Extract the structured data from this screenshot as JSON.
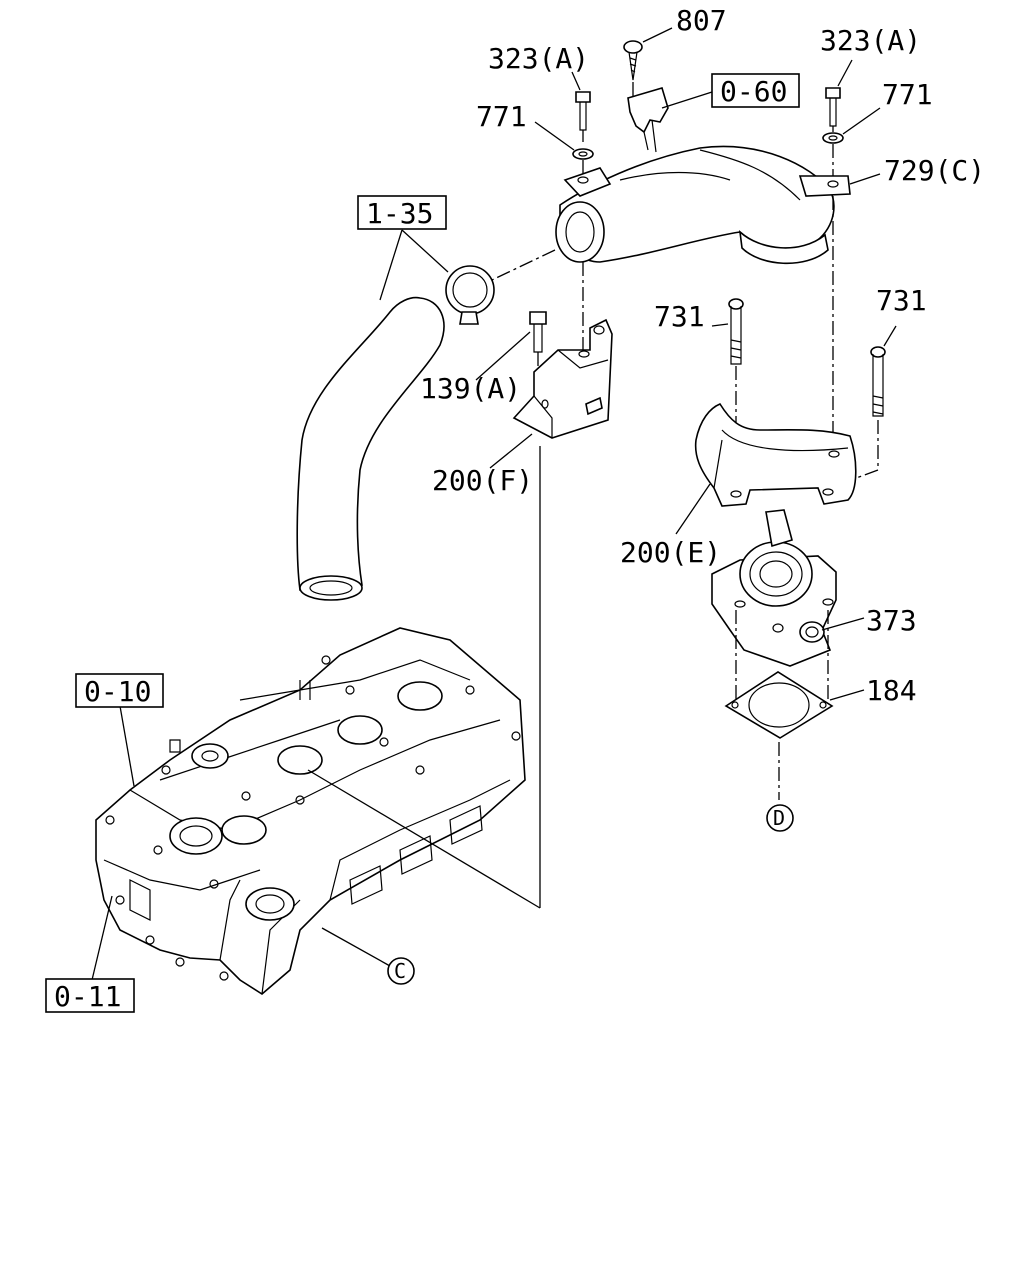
{
  "callouts": {
    "p807": "807",
    "p323a_left": "323(A)",
    "p323a_right": "323(A)",
    "p771_left": "771",
    "p771_right": "771",
    "p729c": "729(C)",
    "p731_left": "731",
    "p731_right": "731",
    "p139a": "139(A)",
    "p200f": "200(F)",
    "p200e": "200(E)",
    "p373": "373",
    "p184": "184"
  },
  "references": {
    "ref_0_60": "0-60",
    "ref_1_35": "1-35",
    "ref_0_10": "0-10",
    "ref_0_11": "0-11"
  },
  "connectors": {
    "c": "C",
    "d": "D"
  }
}
